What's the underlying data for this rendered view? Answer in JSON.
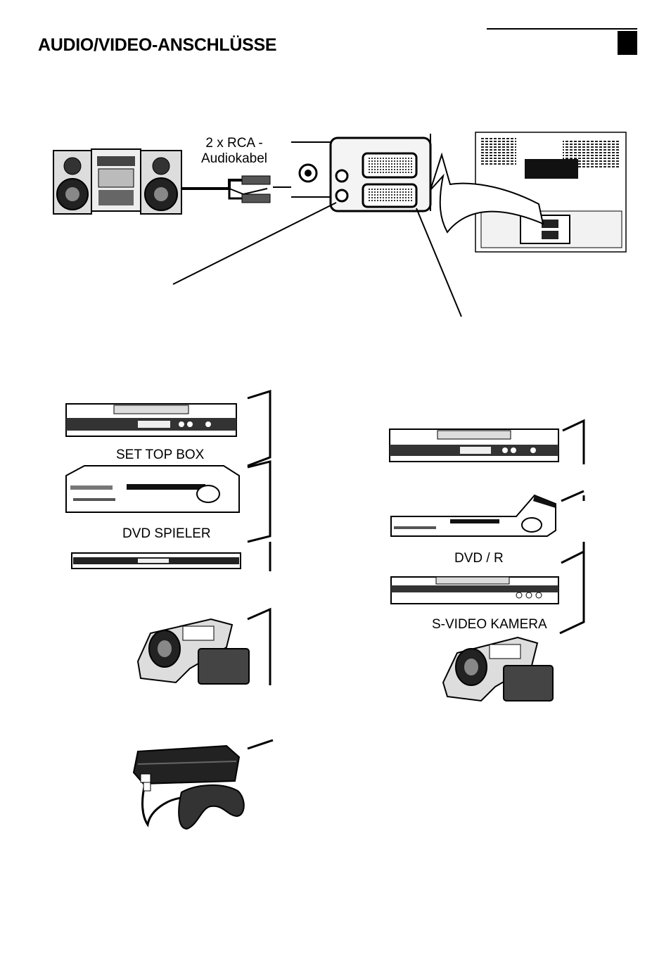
{
  "page": {
    "title": "AUDIO/VIDEO-ANSCHLÜSSE"
  },
  "labels": {
    "cable_line1": "2 x RCA -",
    "cable_line2": "Audiokabel",
    "set_top_box": "SET TOP BOX",
    "dvd_player": "DVD SPIELER",
    "dvd_r": "DVD / R",
    "svideo_camera": "S-VIDEO KAMERA"
  },
  "icons": {
    "stereo": "stereo-system-icon",
    "tv_back": "tv-back-panel-icon",
    "set_top_box": "set-top-box-icon",
    "dvd": "dvd-player-icon",
    "camera": "camcorder-icon",
    "console": "game-console-icon"
  }
}
